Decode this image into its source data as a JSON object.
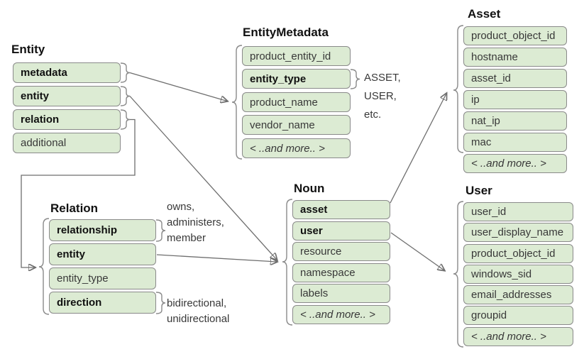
{
  "tables": {
    "entity": {
      "title": "Entity",
      "rows": [
        "metadata",
        "entity",
        "relation",
        "additional"
      ]
    },
    "entity_metadata": {
      "title": "EntityMetadata",
      "rows": [
        "product_entity_id",
        "entity_type",
        "product_name",
        "vendor_name",
        "< ..and more.. >"
      ]
    },
    "asset": {
      "title": "Asset",
      "rows": [
        "product_object_id",
        "hostname",
        "asset_id",
        "ip",
        "nat_ip",
        "mac",
        "< ..and more.. >"
      ]
    },
    "user": {
      "title": "User",
      "rows": [
        "user_id",
        "user_display_name",
        "product_object_id",
        "windows_sid",
        "email_addresses",
        "groupid",
        "< ..and more.. >"
      ]
    },
    "noun": {
      "title": "Noun",
      "rows": [
        "asset",
        "user",
        "resource",
        "namespace",
        "labels",
        "< ..and more.. >"
      ]
    },
    "relation": {
      "title": "Relation",
      "rows": [
        "relationship",
        "entity",
        "entity_type",
        "direction"
      ]
    }
  },
  "annotations": {
    "entity_type_values": {
      "lines": [
        "ASSET,",
        "USER,",
        "etc."
      ]
    },
    "relationship_values": {
      "lines": [
        "owns,",
        "administers,",
        "member"
      ]
    },
    "direction_values": {
      "lines": [
        "bidirectional,",
        "unidirectional"
      ]
    }
  },
  "colors": {
    "row_fill": "#dcebd3",
    "row_border": "#8a8a8a",
    "connector": "#6e6e6e"
  }
}
